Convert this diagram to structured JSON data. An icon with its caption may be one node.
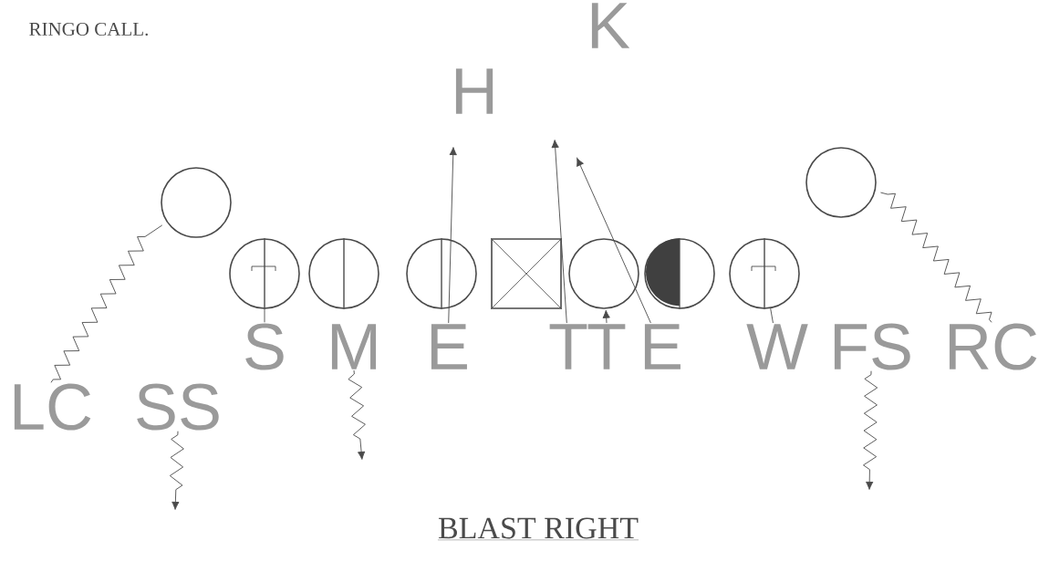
{
  "diagram": {
    "title": "RINGO CALL.",
    "caption": "BLAST RIGHT",
    "nodes": [
      {
        "text": [],
        "shape": "circle"
      },
      {
        "text": [],
        "shape": "circle"
      },
      {
        "text": [],
        "shape": "circle"
      },
      {
        "text": [],
        "shape": "circle"
      },
      {
        "text": [],
        "shape": "box"
      },
      {
        "text": [],
        "shape": "circle"
      },
      {
        "text": [],
        "shape": "circle"
      },
      {
        "text": [],
        "shape": "circle"
      },
      {
        "text": [],
        "shape": "circle"
      },
      {
        "text": [
          "S"
        ]
      },
      {
        "text": [
          "M"
        ]
      },
      {
        "text": [
          "E"
        ]
      },
      {
        "text": [
          "T"
        ]
      },
      {
        "text": [
          "T"
        ]
      },
      {
        "text": [
          "E"
        ]
      },
      {
        "text": [
          "W"
        ]
      },
      {
        "text": [
          "FS"
        ]
      },
      {
        "text": [
          "RC"
        ]
      },
      {
        "text": [
          "LC"
        ]
      },
      {
        "text": [
          "SS"
        ]
      }
    ],
    "edges": [
      {
        "from": 18,
        "to": 0,
        "arrow": "none"
      },
      {
        "from": 19,
        "to": null,
        "arrow": "to"
      },
      {
        "from": 9,
        "to": 1,
        "arrow": "none"
      },
      {
        "from": 10,
        "to": null,
        "arrow": "to"
      },
      {
        "from": 11,
        "to": null,
        "arrow": "to"
      },
      {
        "from": 12,
        "to": null,
        "arrow": "to"
      },
      {
        "from": 13,
        "to": 5,
        "arrow": "to"
      },
      {
        "from": 14,
        "to": null,
        "arrow": "to"
      },
      {
        "from": 15,
        "to": 7,
        "arrow": "none"
      },
      {
        "from": 16,
        "to": null,
        "arrow": "to"
      },
      {
        "from": 17,
        "to": 8,
        "arrow": "none"
      }
    ],
    "labels": [
      "H",
      "K"
    ]
  }
}
